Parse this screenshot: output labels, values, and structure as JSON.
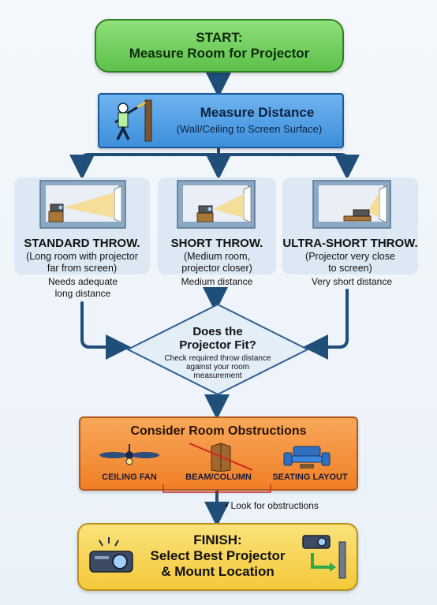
{
  "start": {
    "line1": "START:",
    "line2": "Measure Room for Projector"
  },
  "measure": {
    "title": "Measure Distance",
    "subtitle": "(Wall/Ceiling to Screen Surface)"
  },
  "options": [
    {
      "title": "STANDARD THROW.",
      "desc1": "(Long room with projector",
      "desc2": "far from screen)",
      "note1": "Needs adequate",
      "note2": "long distance"
    },
    {
      "title": "SHORT THROW.",
      "desc1": "(Medium room,",
      "desc2": "projector closer)",
      "note1": "Medium distance",
      "note2": ""
    },
    {
      "title": "ULTRA-SHORT THROW.",
      "desc1": "(Projector very close",
      "desc2": "to screen)",
      "note1": "Very short distance",
      "note2": ""
    }
  ],
  "decision": {
    "line1": "Does the",
    "line2": "Projector Fit?",
    "sub1": "Check required throw distance",
    "sub2": "against your room",
    "sub3": "measurement"
  },
  "obstructions": {
    "title": "Consider Room Obstructions",
    "items": [
      "CEILING FAN",
      "BEAM/COLUMN",
      "SEATING LAYOUT"
    ],
    "note": "• Look for obstructions"
  },
  "finish": {
    "line1": "FINISH:",
    "line2": "Select Best Projector",
    "line3": "& Mount Location"
  },
  "colors": {
    "arrow": "#1f4e79",
    "start": "#5cc14a",
    "measure": "#3d8fdb",
    "obstruction": "#f07f26",
    "finish": "#f4c93b"
  }
}
